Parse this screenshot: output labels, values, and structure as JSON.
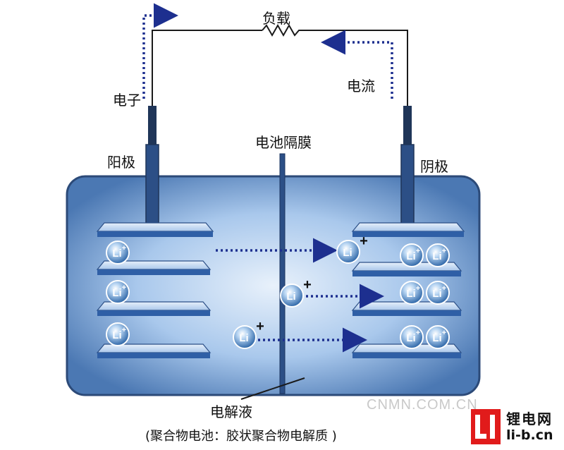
{
  "labels": {
    "load": "负载",
    "electron": "电子",
    "current": "电流",
    "separator": "电池隔膜",
    "anode": "阳极",
    "cathode": "阴极",
    "electrolyte": "电解液",
    "caption": "(聚合物电池：胶状聚合物电解质 )"
  },
  "ion": {
    "symbol": "Li",
    "charge": "+"
  },
  "watermark": "CNMN.COM.CN",
  "logo": {
    "name": "锂电网",
    "domain": "li-b.cn"
  },
  "colors": {
    "tank_outer": "#3e5f92",
    "tank_edge": "#cfe0f4",
    "tank_center": "#a9c8ec",
    "plate_top": "#c8dcf4",
    "plate_front": "#2f5fa6",
    "electrode": "#2c4f86",
    "arrow": "#1d2f8f",
    "ion_fill": "#4f89c8",
    "logo_red": "#e11b1b"
  }
}
